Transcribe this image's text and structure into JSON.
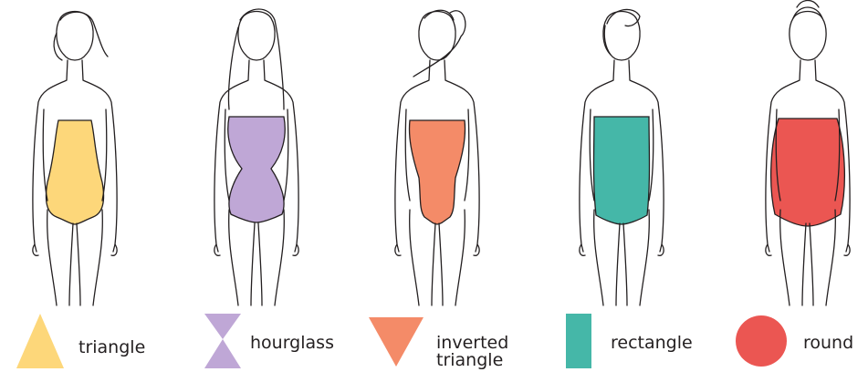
{
  "shapes": [
    {
      "key": "triangle",
      "label": [
        "triangle"
      ],
      "color": "#fdd77a",
      "icon": "triangle-icon"
    },
    {
      "key": "hourglass",
      "label": [
        "hourglass"
      ],
      "color": "#bfa7d6",
      "icon": "hourglass-icon"
    },
    {
      "key": "inverted-triangle",
      "label": [
        "inverted",
        "triangle"
      ],
      "color": "#f48b68",
      "icon": "inverted-triangle-icon"
    },
    {
      "key": "rectangle",
      "label": [
        "rectangle"
      ],
      "color": "#45b7a8",
      "icon": "rectangle-icon"
    },
    {
      "key": "round",
      "label": [
        "round"
      ],
      "color": "#eb5652",
      "icon": "circle-icon"
    }
  ]
}
